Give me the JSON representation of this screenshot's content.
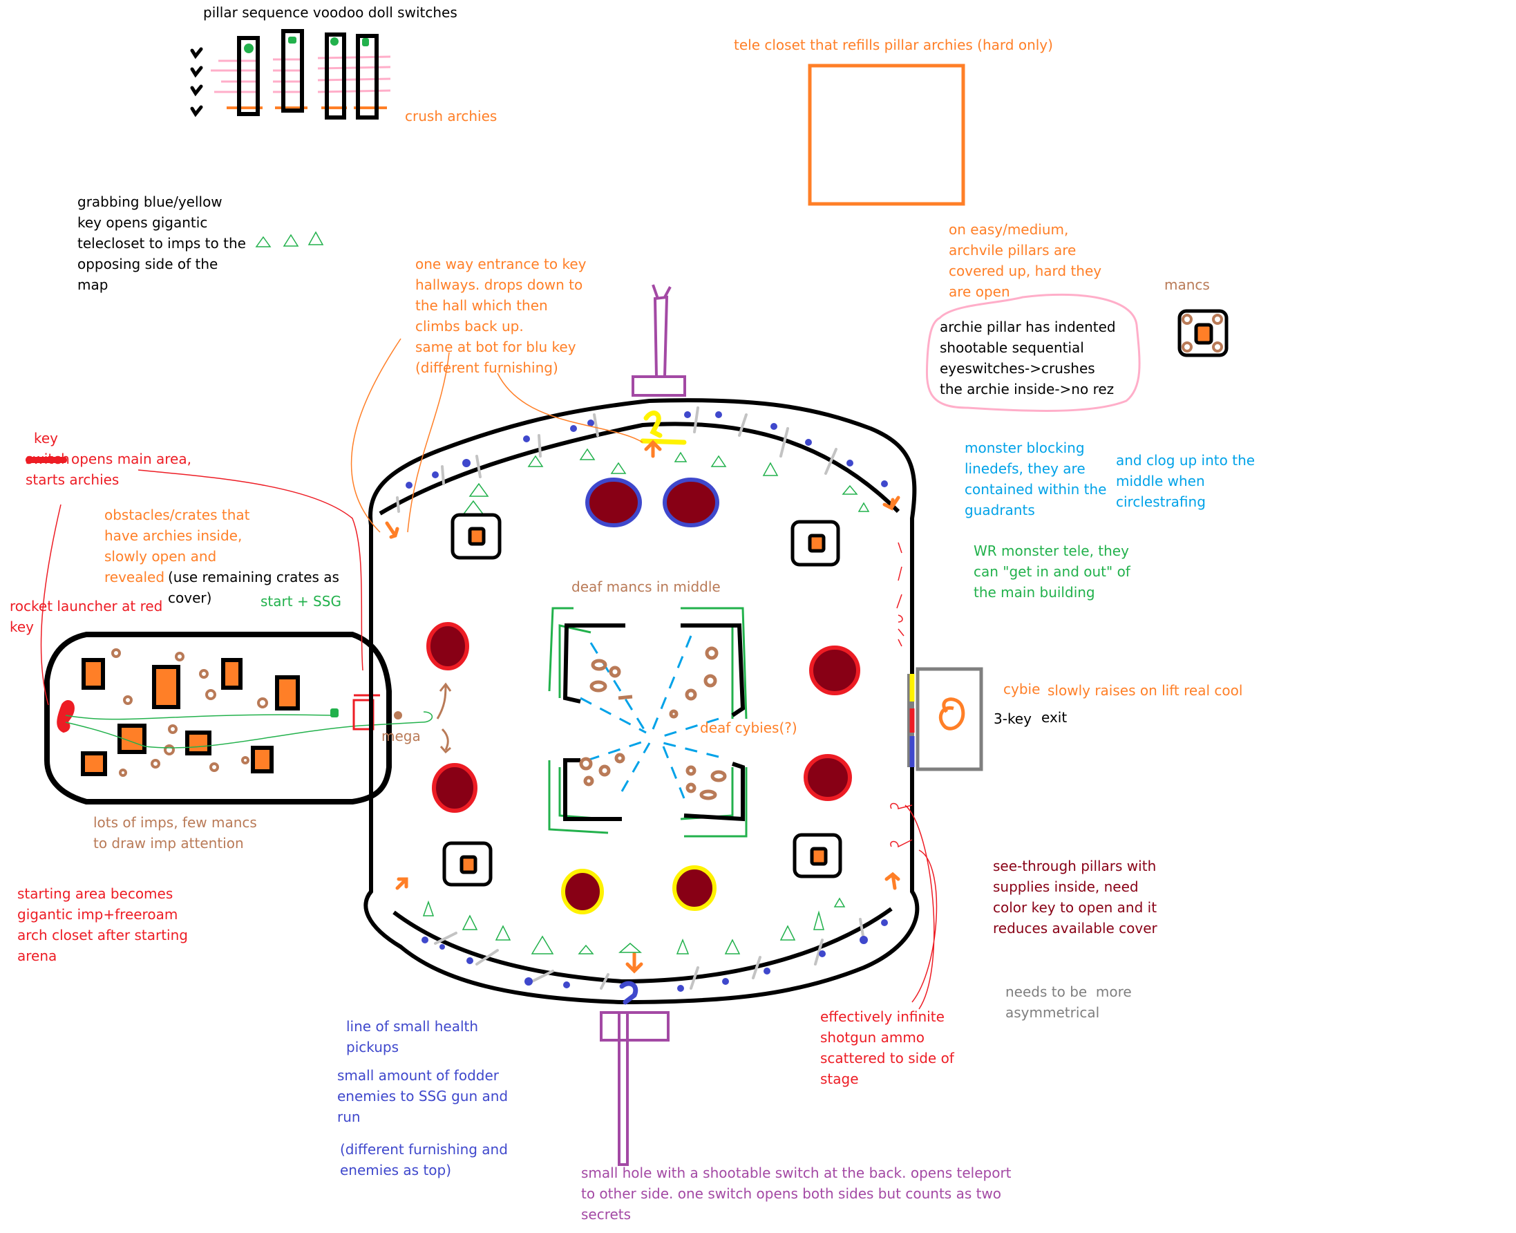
{
  "canvas": {
    "background": "#ffffff"
  },
  "palette": {
    "black": "#000000",
    "orange": "#ff7f27",
    "red": "#ed1c24",
    "dark_red": "#880015",
    "green": "#22b14c",
    "light_blue": "#00a2e8",
    "brown": "#b97a57",
    "indigo": "#3f48cc",
    "purple": "#a349a4",
    "pink": "#ffaec9",
    "gray": "#7f7f7f",
    "light_gray": "#c3c3c3",
    "yellow": "#fff200"
  },
  "notes": {
    "pillar_title": "pillar sequence voodoo doll switches",
    "crush_archies": "crush archies",
    "tele_closet": "tele closet that refills pillar archies (hard only)",
    "grabbing_keys": "grabbing blue/yellow\nkey opens gigantic\ntelecloset to imps to the\nopposing side of the\nmap",
    "one_way_entrance": "one way entrance to key\nhallways. drops down to\nthe hall which then\nclimbs back up.\nsame at bot for blu key\n(different furnishing)",
    "difficulty": "on easy/medium,\narchvile pillars are\ncovered up, hard they\nare open",
    "archie_pillar": "archie pillar has indented\nshootable sequential\neyeswitches->crushes\nthe archie inside->no rez",
    "mancs_legend": "mancs",
    "key_word": "key",
    "switch_struck": "switch",
    "key_opens": "opens main area,\nstarts archies",
    "obstacles": "obstacles/crates that\nhave archies inside,\nslowly open and\nrevealed",
    "use_crates": "(use remaining crates as\ncover)",
    "start_ssg": "start + SSG",
    "rocket_launcher": "rocket launcher at red\nkey",
    "mega": "mega",
    "deaf_mancs": "deaf mancs in middle",
    "deaf_cybies": "deaf cybies(?)",
    "monster_blocking": "monster blocking\nlinedefs, they are\ncontained within the\nguadrants",
    "clog_up": "and clog up into the\nmiddle when\ncirclestrafing",
    "wr_tele": "WR monster tele, they\ncan \"get in and out\" of\nthe main building",
    "cybie": "cybie",
    "slowly_raises": "slowly raises on lift real cool",
    "three_key": "3-key",
    "exit": "exit",
    "lots_of_imps": "lots of imps, few mancs\nto draw imp attention",
    "starting_area": "starting area becomes\ngigantic imp+freeroam\narch closet after starting\narena",
    "see_through": "see-through pillars with\nsupplies inside, need\ncolor key to open and it\nreduces available cover",
    "needs_asym": "needs to be  more\nasymmetrical",
    "health_line": "line of small health\npickups",
    "fodder": "small amount of fodder\nenemies to SSG gun and\nrun",
    "diff_furnishing": "(different furnishing and\nenemies as top)",
    "infinite_ammo": "effectively infinite\nshotgun ammo\nscattered to side of\nstage",
    "small_hole": "small hole with a shootable switch at the back. opens teleport\nto other side. one switch opens both sides but counts as two\nsecrets"
  },
  "legend_icons": {
    "archie_pillar": "crate-with-archvile-icon",
    "imp": "imp-triangle-icon",
    "health_bonus": "health-dot-icon",
    "key_yellow": "yellow-key-icon",
    "key_blue": "blue-key-icon",
    "key_red": "red-key-icon",
    "exit": "exit-teleport-icon"
  }
}
